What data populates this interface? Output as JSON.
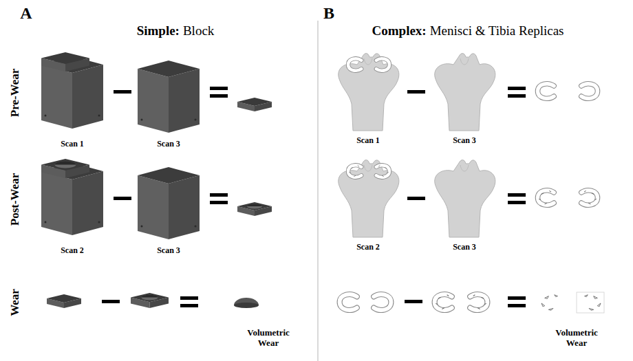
{
  "diagram": {
    "labels": [
      "A",
      "Simple:",
      "Block",
      "B",
      "Complex:",
      "Menisci & Tibia Replicas",
      "Pre-Wear",
      "Post-Wear",
      "Wear",
      "Scan 1",
      "Scan 3",
      "Scan 2",
      "Scan 3",
      "Volumetric Wear",
      "Scan 1",
      "Scan 3",
      "Scan 2",
      "Scan 3",
      "Volumetric Wear"
    ]
  }
}
